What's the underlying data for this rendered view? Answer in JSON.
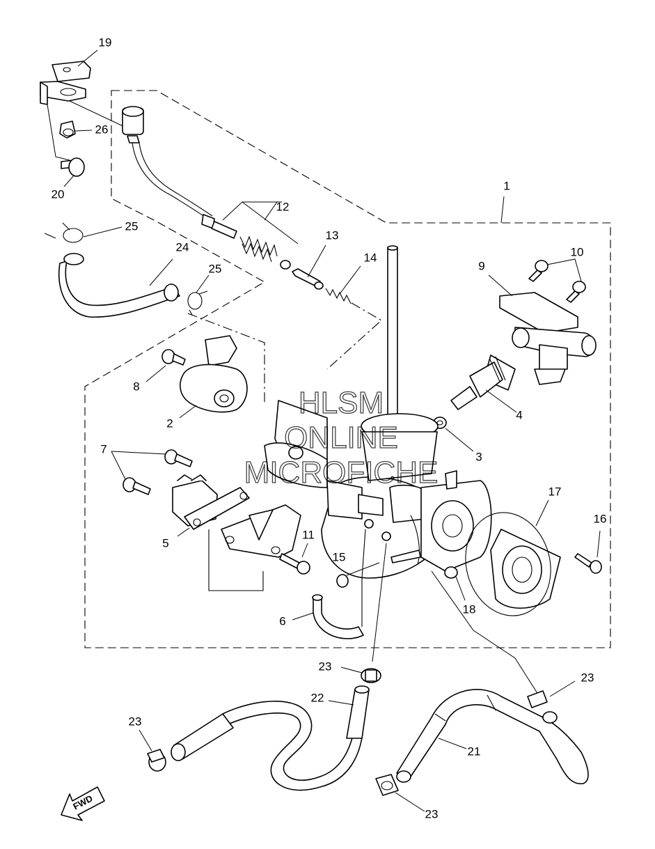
{
  "diagram": {
    "callouts": {
      "c1": "1",
      "c2": "2",
      "c3": "3",
      "c4": "4",
      "c5": "5",
      "c6": "6",
      "c7": "7",
      "c8": "8",
      "c9": "9",
      "c10": "10",
      "c11": "11",
      "c12": "12",
      "c13": "13",
      "c14": "14",
      "c15": "15",
      "c16": "16",
      "c17": "17",
      "c18": "18",
      "c19": "19",
      "c20": "20",
      "c21": "21",
      "c22": "22",
      "c23a": "23",
      "c23b": "23",
      "c23c": "23",
      "c23d": "23",
      "c24": "24",
      "c25a": "25",
      "c25b": "25",
      "c26": "26"
    },
    "watermark": {
      "line1": "HLSM",
      "line2": "ONLINE",
      "line3": "MICROFICHE"
    },
    "direction_arrow_label": "FWD"
  }
}
